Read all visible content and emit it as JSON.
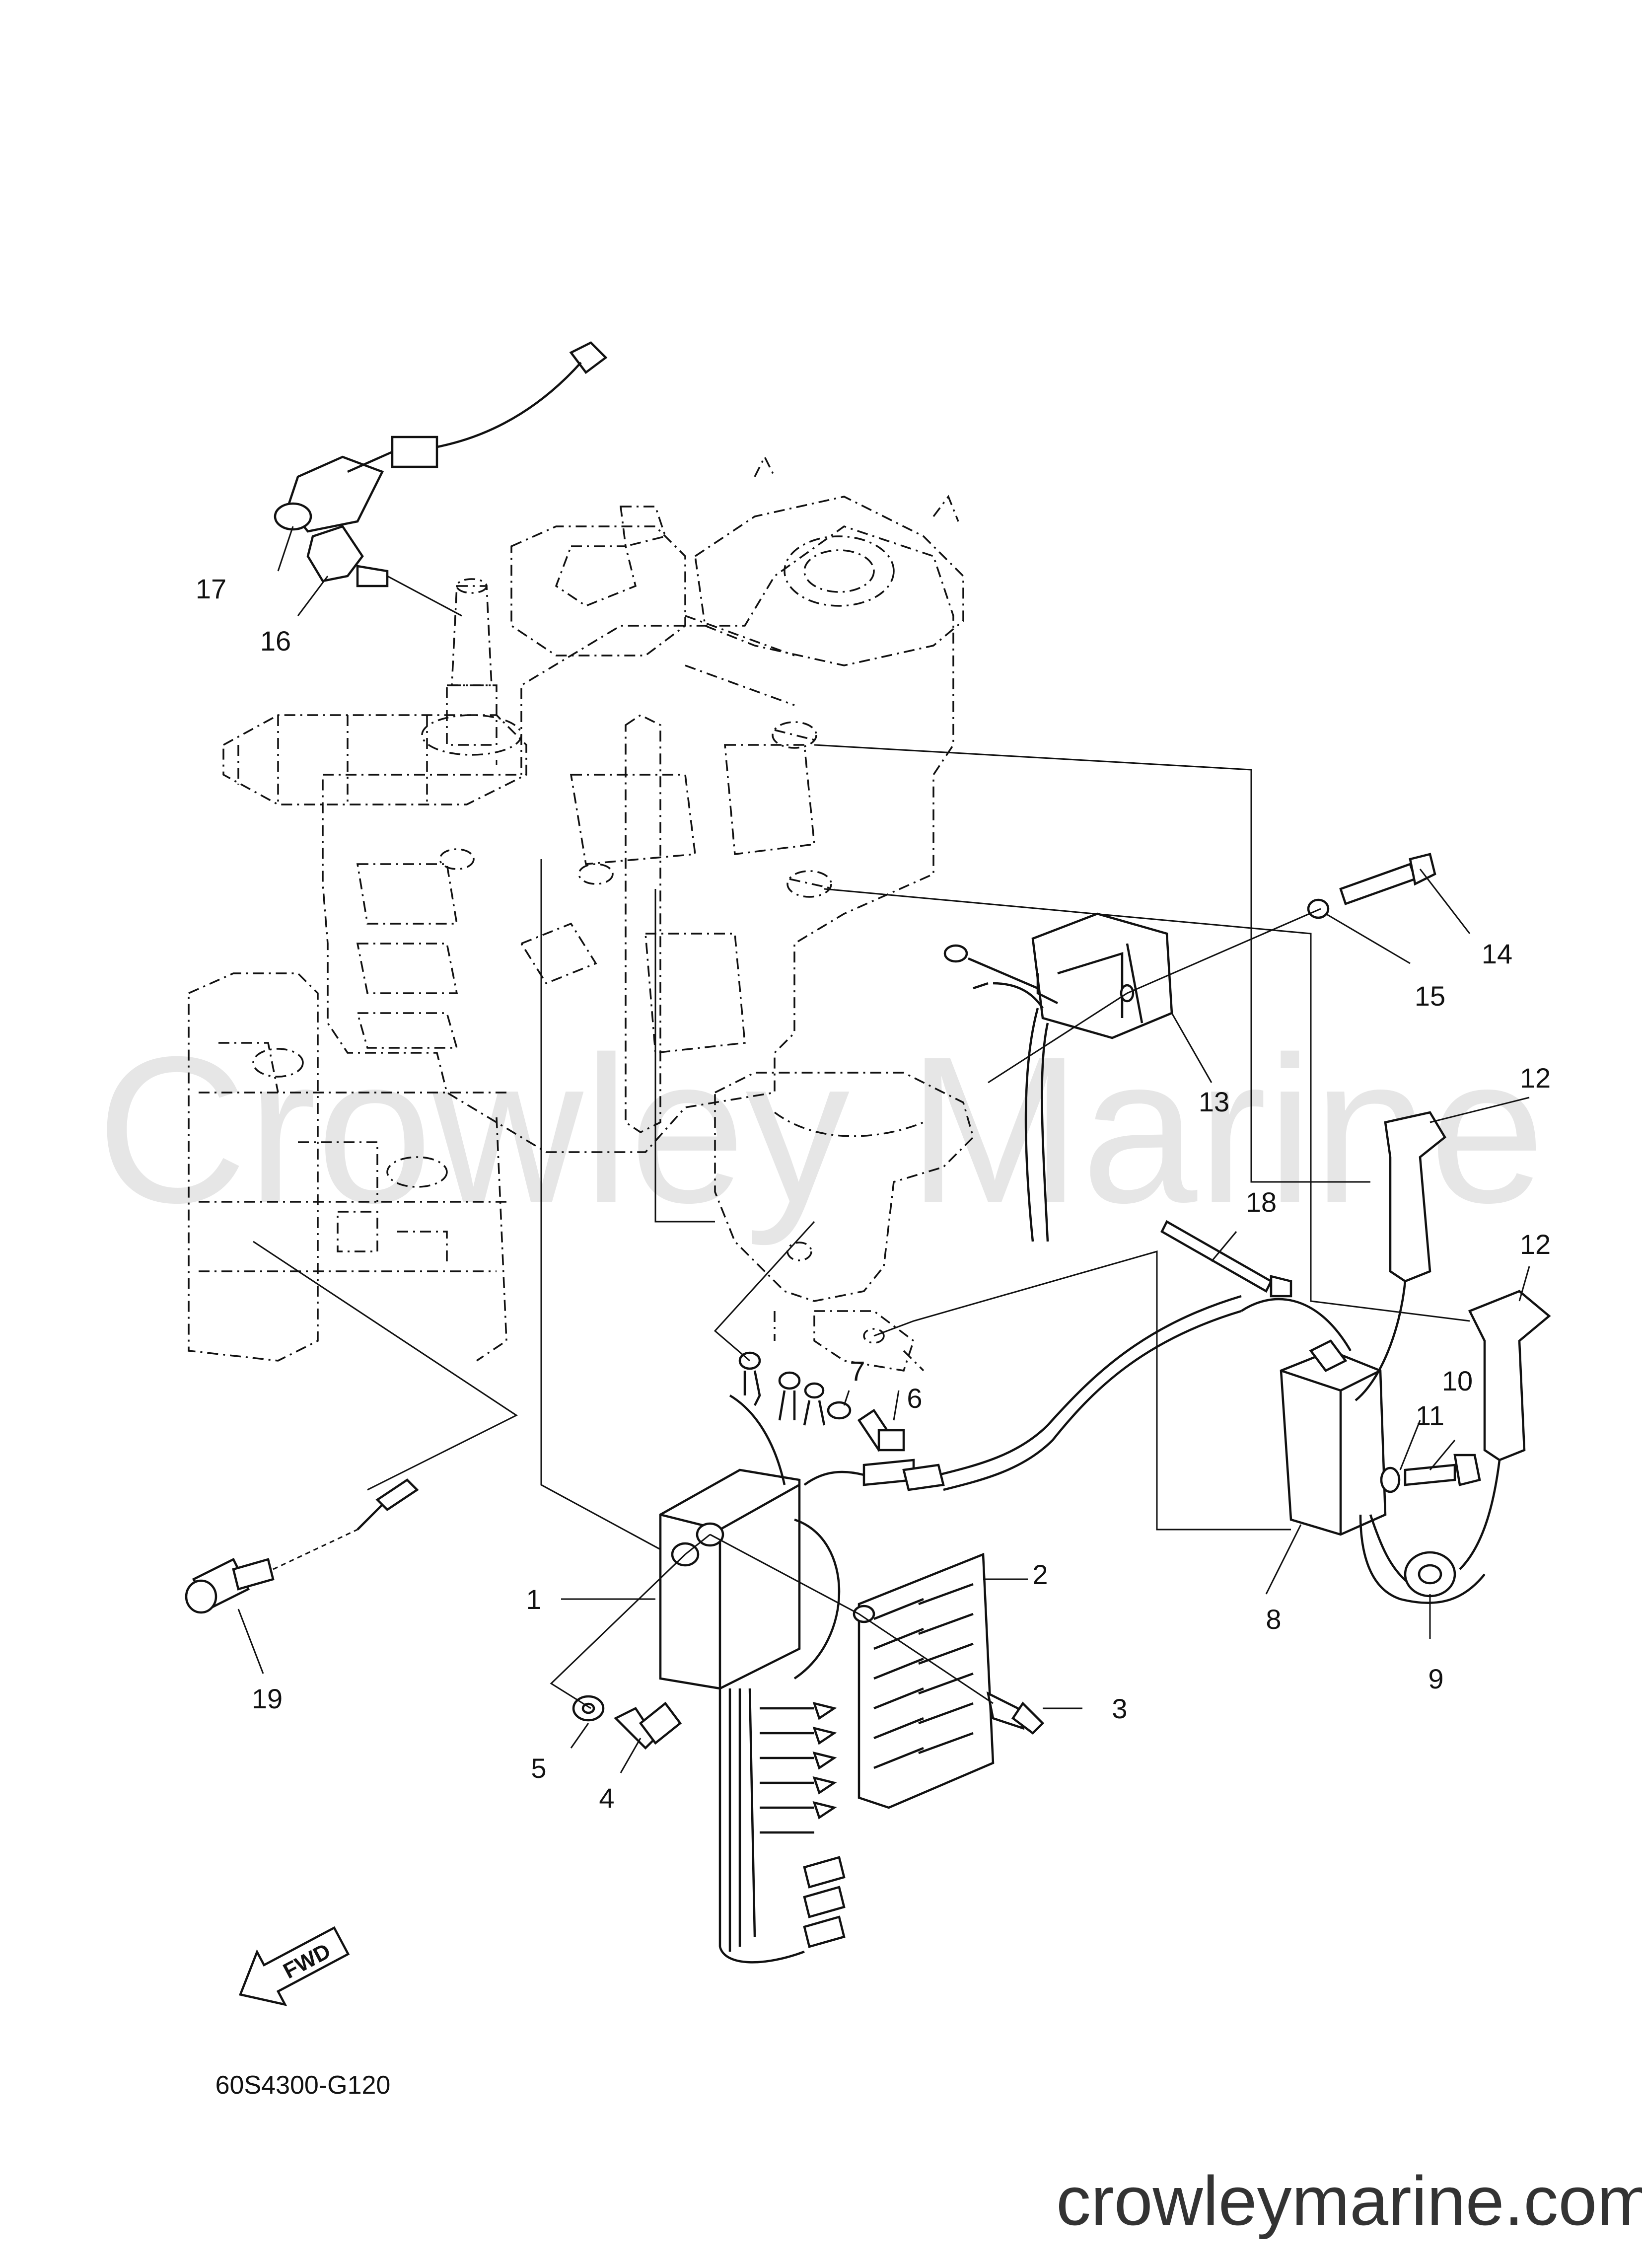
{
  "watermark": "Crowley Marine",
  "diagram_code": "60S4300-G120",
  "website": "crowleymarine.com",
  "fwd_label": "FWD",
  "callouts": [
    {
      "id": "1",
      "label": "1"
    },
    {
      "id": "2",
      "label": "2"
    },
    {
      "id": "3",
      "label": "3"
    },
    {
      "id": "4",
      "label": "4"
    },
    {
      "id": "5",
      "label": "5"
    },
    {
      "id": "6",
      "label": "6"
    },
    {
      "id": "7",
      "label": "7"
    },
    {
      "id": "8",
      "label": "8"
    },
    {
      "id": "9",
      "label": "9"
    },
    {
      "id": "10",
      "label": "10"
    },
    {
      "id": "11",
      "label": "11"
    },
    {
      "id": "12a",
      "label": "12"
    },
    {
      "id": "12b",
      "label": "12"
    },
    {
      "id": "13",
      "label": "13"
    },
    {
      "id": "14",
      "label": "14"
    },
    {
      "id": "15",
      "label": "15"
    },
    {
      "id": "16",
      "label": "16"
    },
    {
      "id": "17",
      "label": "17"
    },
    {
      "id": "18",
      "label": "18"
    },
    {
      "id": "19",
      "label": "19"
    }
  ]
}
